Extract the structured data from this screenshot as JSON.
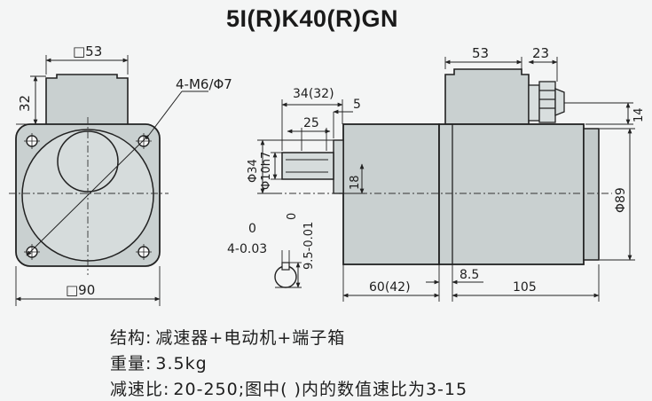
{
  "title": "5I(R)K40(R)GN",
  "front_view": {
    "top_width": "□53",
    "left_height": "32",
    "hole_spec": "4-M6/Φ7",
    "bottom_width": "□90"
  },
  "side_view": {
    "shaft_length": "34(32)",
    "shaft_step": "5",
    "key_length": "25",
    "flange_dia": "Φ34",
    "shaft_dia": "Φ10h7",
    "key_width": "18",
    "body_dia": "Φ89",
    "box_width": "53",
    "gland_width": "23",
    "gland_height": "14",
    "gear_length": "60(42)",
    "gap": "8.5",
    "motor_length": "105"
  },
  "key_detail": {
    "width_tol_top": "0",
    "width_tol_bottom": "4-0.03",
    "depth_tol_top": "0",
    "depth_tol_bottom": "9.5-0.01"
  },
  "specs": [
    {
      "label": "结构:",
      "value": "减速器+电动机+端子箱"
    },
    {
      "label": "重量:",
      "value": "3.5kg"
    },
    {
      "label": "减速比:",
      "value": "20-250;图中( )内的数值速比为3-15"
    }
  ]
}
